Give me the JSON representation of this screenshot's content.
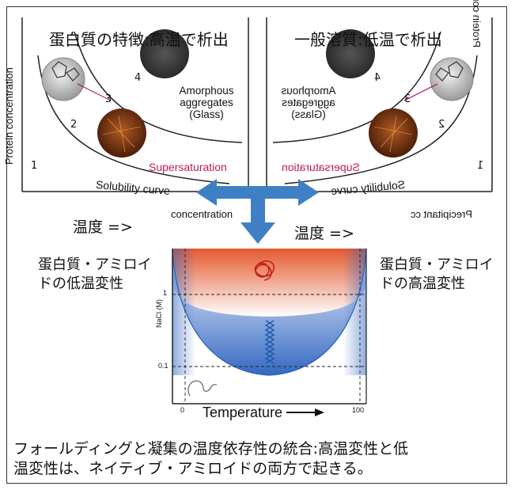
{
  "left_panel": {
    "title": "蛋白質の特徴:高温で析出",
    "y_axis_label": "Protein concentration",
    "x_axis_label": "concentration",
    "amorphous_label_lines": [
      "Amorphous",
      "aggregates",
      "(Glass)"
    ],
    "supersaturation_label": "Supersaturation",
    "solubility_label": "Solubility curve",
    "region_numbers": [
      "1",
      "2",
      "3",
      "4"
    ]
  },
  "right_panel": {
    "title": "一般溶質:低温で析出",
    "y_axis_label": "Protein concentration",
    "x_axis_label": "Precipitant cc",
    "amorphous_label_lines": [
      "Amorphous",
      "aggregates",
      "(Glass)"
    ],
    "supersaturation_label": "Supersaturation",
    "solubility_label": "Solubility curve",
    "region_numbers": [
      "1",
      "2",
      "3",
      "4"
    ]
  },
  "temperature_arrow_left": "温度 =>",
  "temperature_arrow_right": "温度 =>",
  "side_labels": {
    "left_lines": [
      "蛋白質・アミロイ",
      "ドの低温変性"
    ],
    "right_lines": [
      "蛋白質・アミロイ",
      "ドの高温変性"
    ]
  },
  "bottom_chart": {
    "y_axis_label": "NaCl (M)",
    "y_ticks": [
      "1",
      "0.1"
    ],
    "x_ticks": [
      "0",
      "100"
    ],
    "x_axis_label": "Temperature"
  },
  "caption_lines": [
    "フォールディングと凝集の温度依存性の統合:高温変性と低",
    "温変性は、ネイティブ・アミロイドの両方で起きる。"
  ],
  "colors": {
    "arrow": "#3f7fc4",
    "top_gradient": "#e8603c",
    "bottom_gradient": "#3a72c8",
    "supersaturation": "#c2185b",
    "crystal": "#7a3a12"
  }
}
